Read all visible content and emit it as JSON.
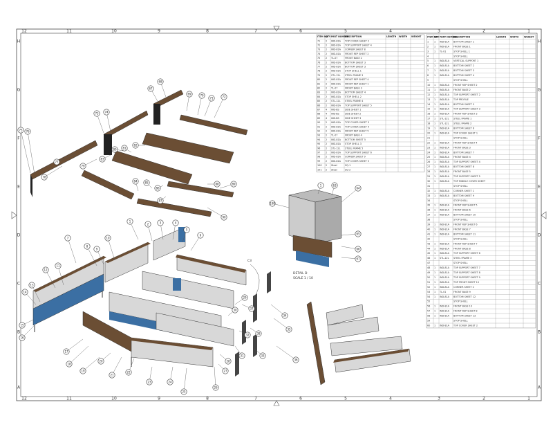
{
  "sheet": {
    "zones_top": [
      "12",
      "11",
      "10",
      "9",
      "8",
      "7",
      "6",
      "5",
      "4",
      "3",
      "2",
      "1"
    ],
    "zones_bottom": [
      "12",
      "11",
      "10",
      "9",
      "8",
      "7",
      "6",
      "5",
      "4",
      "3",
      "2",
      "1"
    ],
    "zones_left": [
      "H",
      "G",
      "F",
      "E",
      "D",
      "C",
      "B",
      "A"
    ],
    "zones_right": [
      "H",
      "G",
      "F",
      "E",
      "D",
      "C",
      "B",
      "A"
    ]
  },
  "detail": {
    "title": "DETAIL D",
    "scale": "SCALE 1 / 10",
    "callout": "C3"
  },
  "bom_headers": [
    "ITEM NO.",
    "QTY",
    "PART NUMBER",
    "DESCRIPTION",
    "LENGTH",
    "WIDTH",
    "WEIGHT"
  ],
  "bom_left": [
    [
      "71",
      "2",
      "IND-81A",
      "TOP COVER SHEET 2"
    ],
    [
      "72",
      "2",
      "IND-81A",
      "TOP SUPPORT SHEET 4"
    ],
    [
      "73",
      "2",
      "IND-81A",
      "CORNER SHEET 8"
    ],
    [
      "74",
      "2",
      "IND-81A",
      "FRONT REP SHEET 2"
    ],
    [
      "75",
      "2",
      "TL-07",
      "FRONT BASE 2"
    ],
    [
      "76",
      "2",
      "IND-81A",
      "BOTTOM SHEET 3"
    ],
    [
      "77",
      "2",
      "IND-81A",
      "BOTTOM SHEET 3"
    ],
    [
      "78",
      "2",
      "IND-81A",
      "STOP SHELL 1"
    ],
    [
      "79",
      "2",
      "STL-12L",
      "STEEL FRAME 3"
    ],
    [
      "80",
      "2",
      "IND-81A",
      "FRONT REP SHEET 4"
    ],
    [
      "81",
      "2",
      "IND-81A",
      "FRONT REP SHEET 1"
    ],
    [
      "82",
      "2",
      "TL-07",
      "FRONT BASE 3"
    ],
    [
      "83",
      "2",
      "IND-81A",
      "BOTTOM SHEET 4"
    ],
    [
      "84",
      "2",
      "IND-81A",
      "STOP SHELL 2"
    ],
    [
      "85",
      "2",
      "STL-12L",
      "STEEL FRAME 4"
    ],
    [
      "86",
      "2",
      "IND-81A",
      "TOP SUPPORT SHEET 5"
    ],
    [
      "87",
      "4",
      "IND-BS",
      "SIDE SHEET 1"
    ],
    [
      "88",
      "4",
      "IND-BS",
      "SIDE SHEET 2"
    ],
    [
      "89",
      "4",
      "IND-BS",
      "SIDE SHEET 3"
    ],
    [
      "90",
      "2",
      "IND-81A",
      "TOP COVER SHEET 3"
    ],
    [
      "91",
      "2",
      "IND-81A",
      "TOP COVER SHEET 4"
    ],
    [
      "92",
      "2",
      "IND-81A",
      "FRONT REP SHEET 5"
    ],
    [
      "93",
      "2",
      "TL-07",
      "FRONT BASE 4"
    ],
    [
      "94",
      "2",
      "IND-81A",
      "BOTTOM SHEET 5"
    ],
    [
      "95",
      "2",
      "IND-81A",
      "STOP SHELL 3"
    ],
    [
      "96",
      "2",
      "STL-12L",
      "STEEL FRAME 5"
    ],
    [
      "97",
      "2",
      "IND-81A",
      "TOP SUPPORT SHEET 6"
    ],
    [
      "98",
      "2",
      "IND-81A",
      "CORNER SHEET 9"
    ],
    [
      "99",
      "2",
      "IND-81A",
      "TOP COVER SHEET 5"
    ],
    [
      "100",
      "2",
      "Steel",
      "SQ-1"
    ],
    [
      "101",
      "2",
      "Steel",
      "SQ-2"
    ]
  ],
  "bom_right": [
    [
      "1",
      "1",
      "IND-81A",
      "BOTTOM SHEET 1"
    ],
    [
      "2",
      "1",
      "IND-81A",
      "FRONT BASE 1"
    ],
    [
      "3",
      "1",
      "TL-01",
      "STOP SHELL 1"
    ],
    [
      "4",
      "",
      "",
      "STOP SHELL"
    ],
    [
      "5",
      "1",
      "IND-81A",
      "VERTICAL SUPPORT 1"
    ],
    [
      "6",
      "1",
      "IND-81A",
      "BOTTOM SHEET 2"
    ],
    [
      "7",
      "1",
      "IND-81A",
      "BOTTOM SHEET 3"
    ],
    [
      "8",
      "1",
      "IND-81A",
      "BOTTOM SHEET 4"
    ],
    [
      "9",
      "",
      "",
      "STOP SHELL"
    ],
    [
      "10",
      "1",
      "IND-81A",
      "FRONT REP SHEET 2"
    ],
    [
      "11",
      "1",
      "IND-81A",
      "FRONT BASE 2"
    ],
    [
      "12",
      "1",
      "IND-81A",
      "TOP SUPPORT SHEET 2"
    ],
    [
      "13",
      "1",
      "IND-81A",
      "TOP PROFILE"
    ],
    [
      "14",
      "1",
      "IND-81A",
      "BOTTOM SHEET 5"
    ],
    [
      "15",
      "1",
      "IND-81A",
      "TOP SUPPORT SHEET 3"
    ],
    [
      "16",
      "1",
      "IND-81A",
      "FRONT REP SHEET 3"
    ],
    [
      "17",
      "1",
      "STL-12L",
      "STEEL FRAME 1"
    ],
    [
      "18",
      "1",
      "STL-12L",
      "STEEL FRAME 2"
    ],
    [
      "19",
      "1",
      "IND-81A",
      "BOTTOM SHEET 6"
    ],
    [
      "20",
      "1",
      "IND-81A",
      "TOP COVER SHEET 1"
    ],
    [
      "21",
      "",
      "",
      "STOP SHELL"
    ],
    [
      "22",
      "1",
      "IND-81A",
      "FRONT REP SHEET 4"
    ],
    [
      "23",
      "1",
      "IND-81A",
      "FRONT BASE 3"
    ],
    [
      "24",
      "1",
      "IND-81A",
      "BOTTOM SHEET 7"
    ],
    [
      "25",
      "1",
      "IND-81A",
      "FRONT BASE 4"
    ],
    [
      "26",
      "1",
      "IND-81A",
      "TOP SUPPORT SHEET 4"
    ],
    [
      "27",
      "1",
      "IND-81A",
      "BOTTOM SHEET 8"
    ],
    [
      "28",
      "1",
      "IND-81A",
      "FRONT BASE 5"
    ],
    [
      "29",
      "1",
      "IND-81A",
      "TOP SUPPORT SHEET 5"
    ],
    [
      "30",
      "1",
      "IND-81A",
      "TOP MIDDLE COVER SHEET"
    ],
    [
      "31",
      "",
      "",
      "STOP SHELL"
    ],
    [
      "32",
      "1",
      "IND-81A",
      "CORNER SHEET 1"
    ],
    [
      "33",
      "1",
      "IND-81A",
      "BOTTOM SHEET 9"
    ],
    [
      "34",
      "",
      "",
      "STOP SHELL"
    ],
    [
      "35",
      "1",
      "IND-81A",
      "FRONT REP SHEET 5"
    ],
    [
      "36",
      "1",
      "IND-81A",
      "FRONT BASE 6"
    ],
    [
      "37",
      "1",
      "IND-81A",
      "BOTTOM SHEET 10"
    ],
    [
      "38",
      "",
      "",
      "STOP SHELL"
    ],
    [
      "39",
      "1",
      "IND-81A",
      "FRONT REP SHEET 6"
    ],
    [
      "40",
      "1",
      "IND-81A",
      "FRONT BASE 7"
    ],
    [
      "41",
      "1",
      "IND-81A",
      "BOTTOM SHEET 11"
    ],
    [
      "42",
      "",
      "",
      "STOP SHELL"
    ],
    [
      "43",
      "1",
      "IND-81A",
      "FRONT REP SHEET 7"
    ],
    [
      "44",
      "1",
      "IND-81A",
      "FRONT BASE 8"
    ],
    [
      "45",
      "1",
      "IND-81A",
      "TOP SUPPORT SHEET 6"
    ],
    [
      "46",
      "1",
      "STL-12L",
      "STEEL FRAME 3"
    ],
    [
      "47",
      "",
      "",
      "STOP SHELL"
    ],
    [
      "48",
      "1",
      "IND-81A",
      "TOP SUPPORT SHEET 7"
    ],
    [
      "49",
      "1",
      "IND-81A",
      "TOP SUPPORT SHEET 8"
    ],
    [
      "50",
      "1",
      "IND-81A",
      "TOP SUPPORT SHEET 9"
    ],
    [
      "51",
      "1",
      "IND-81A",
      "TOP FRONT SHEET 10"
    ],
    [
      "52",
      "1",
      "IND-81A",
      "CORNER SHEET 2"
    ],
    [
      "53",
      "1",
      "TL-01",
      "FRONT BASE 9"
    ],
    [
      "54",
      "1",
      "IND-81A",
      "BOTTOM SHEET 12"
    ],
    [
      "55",
      "",
      "",
      "STOP SHELL"
    ],
    [
      "56",
      "1",
      "IND-81A",
      "FRONT BASE 10"
    ],
    [
      "57",
      "1",
      "IND-81A",
      "FRONT REP SHEET 8"
    ],
    [
      "58",
      "1",
      "IND-81A",
      "BOTTOM SHEET 13"
    ],
    [
      "59",
      "",
      "",
      "STOP SHELL"
    ],
    [
      "60",
      "1",
      "IND-81A",
      "TOP COVER SHEET 2"
    ]
  ],
  "balloons": {
    "upper": [
      "67",
      "68",
      "69",
      "70",
      "71",
      "72",
      "73",
      "74",
      "75",
      "76",
      "77",
      "78",
      "79",
      "80",
      "81",
      "82",
      "83",
      "84",
      "85",
      "86",
      "87",
      "88",
      "89",
      "90"
    ],
    "lower": [
      "1",
      "2",
      "3",
      "4",
      "5",
      "6",
      "7",
      "8",
      "9",
      "10",
      "11",
      "12",
      "13",
      "14",
      "15",
      "16",
      "17",
      "18",
      "19",
      "20",
      "21",
      "22",
      "23",
      "24",
      "25",
      "26",
      "27",
      "28",
      "29",
      "30",
      "31",
      "32",
      "33",
      "34",
      "35",
      "36",
      "37",
      "38",
      "39",
      "40",
      "41",
      "42",
      "43",
      "44",
      "45",
      "46",
      "47",
      "48",
      "49",
      "50",
      "51",
      "52",
      "53",
      "54",
      "55",
      "56",
      "57",
      "58",
      "59",
      "60",
      "61",
      "62",
      "63",
      "64",
      "65",
      "66"
    ],
    "detail": [
      "100",
      "1",
      "63",
      "64",
      "65",
      "66",
      "67"
    ]
  },
  "colors": {
    "wood": "#6b4e34",
    "wood_light": "#8a6a4a",
    "frame": "#333333",
    "panel": "#d8d8d8",
    "blue": "#3b6fa3",
    "line": "#444444"
  }
}
